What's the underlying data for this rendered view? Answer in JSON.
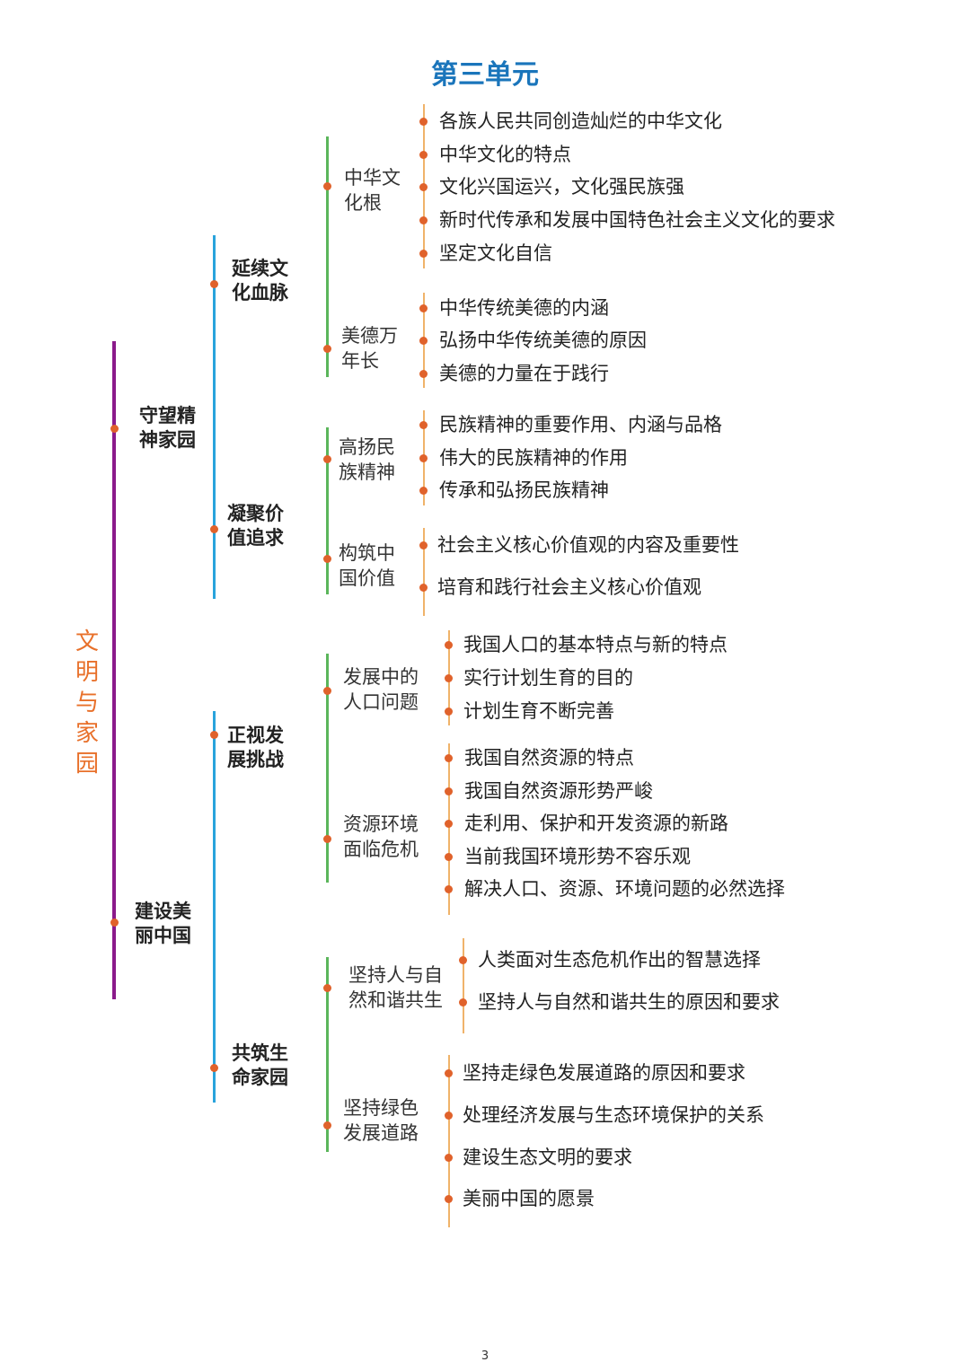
{
  "title": "第三单元",
  "root": "文明与家园",
  "page_number": "3",
  "colors": {
    "title": "#1a75bb",
    "root": "#e8702a",
    "purple": "#8b1a8b",
    "blue": "#29a3dc",
    "green": "#5bb65b",
    "orange": "#f0b36a",
    "dot": "#e0622b"
  },
  "l1": [
    {
      "label": "守望精神家园"
    },
    {
      "label": "建设美丽中国"
    }
  ],
  "l2": [
    {
      "label": "延续文化血脉"
    },
    {
      "label": "凝聚价值追求"
    },
    {
      "label": "正视发展挑战"
    },
    {
      "label": "共筑生命家园"
    }
  ],
  "l3": [
    {
      "label": "中华文化根"
    },
    {
      "label": "美德万年长"
    },
    {
      "label": "高扬民族精神"
    },
    {
      "label": "构筑中国价值"
    },
    {
      "label": "发展中的人口问题"
    },
    {
      "label": "资源环境面临危机"
    },
    {
      "label": "坚持人与自然和谐共生"
    },
    {
      "label": "坚持绿色发展道路"
    }
  ],
  "leaves": [
    "各族人民共同创造灿烂的中华文化",
    "中华文化的特点",
    "文化兴国运兴，文化强民族强",
    "新时代传承和发展中国特色社会主义文化的要求",
    "坚定文化自信",
    "中华传统美德的内涵",
    "弘扬中华传统美德的原因",
    "美德的力量在于践行",
    "民族精神的重要作用、内涵与品格",
    "伟大的民族精神的作用",
    "传承和弘扬民族精神",
    "社会主义核心价值观的内容及重要性",
    "培育和践行社会主义核心价值观",
    "我国人口的基本特点与新的特点",
    "实行计划生育的目的",
    "计划生育不断完善",
    "我国自然资源的特点",
    "我国自然资源形势严峻",
    "走利用、保护和开发资源的新路",
    "当前我国环境形势不容乐观",
    "解决人口、资源、环境问题的必然选择",
    "人类面对生态危机作出的智慧选择",
    "坚持人与自然和谐共生的原因和要求",
    "坚持走绿色发展道路的原因和要求",
    "处理经济发展与生态环境保护的关系",
    "建设生态文明的要求",
    "美丽中国的愿景"
  ]
}
